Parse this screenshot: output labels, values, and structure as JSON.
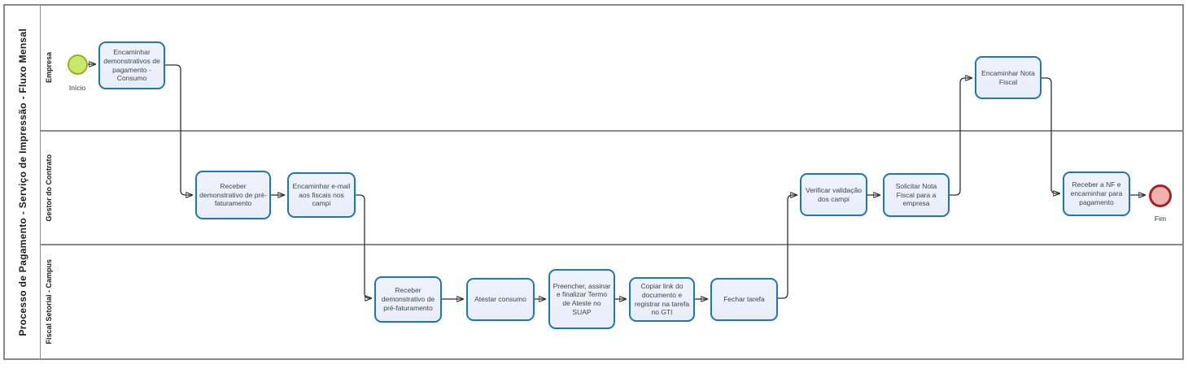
{
  "pool": {
    "title": "Processo de Pagamento - Serviço de Impressão - Fluxo Mensal"
  },
  "lanes": [
    {
      "label": "Empresa"
    },
    {
      "label": "Gestor do Contrato"
    },
    {
      "label": "Fiscal Setorial - Campus"
    }
  ],
  "events": {
    "start": {
      "label": "Início",
      "type": "start"
    },
    "end": {
      "label": "Fim",
      "type": "end"
    }
  },
  "tasks": [
    {
      "id": "t0",
      "label": "Encaminhar demonstrativos de pagamento - Consumo",
      "lane": "Empresa"
    },
    {
      "id": "t1",
      "label": "Receber demonstrativo de pré-faturamento",
      "lane": "Gestor do Contrato"
    },
    {
      "id": "t2",
      "label": "Encaminhar e-mail aos fiscais nos campi",
      "lane": "Gestor do Contrato"
    },
    {
      "id": "t3",
      "label": "Receber demonstrativo de pré-faturamento",
      "lane": "Fiscal Setorial - Campus"
    },
    {
      "id": "t4",
      "label": "Atestar consumo",
      "lane": "Fiscal Setorial - Campus"
    },
    {
      "id": "t5",
      "label": "Preencher, assinar e finalizar Termo de Ateste no SUAP",
      "lane": "Fiscal Setorial - Campus"
    },
    {
      "id": "t6",
      "label": "Copiar link do documento e registrar na tarefa no GTI",
      "lane": "Fiscal Setorial - Campus"
    },
    {
      "id": "t7",
      "label": "Fechar tarefa",
      "lane": "Fiscal Setorial - Campus"
    },
    {
      "id": "t8",
      "label": "Verificar validação dos campi",
      "lane": "Gestor do Contrato"
    },
    {
      "id": "t9",
      "label": "Solicitar Nota Fiscal para a empresa",
      "lane": "Gestor do Contrato"
    },
    {
      "id": "t10",
      "label": "Encaminhar Nota Fiscal",
      "lane": "Empresa"
    },
    {
      "id": "t11",
      "label": "Receber a NF e encaminhar para pagamento",
      "lane": "Gestor do Contrato"
    }
  ],
  "flows": [
    {
      "from": "start",
      "to": "t0"
    },
    {
      "from": "t0",
      "to": "t1"
    },
    {
      "from": "t1",
      "to": "t2"
    },
    {
      "from": "t2",
      "to": "t3"
    },
    {
      "from": "t3",
      "to": "t4"
    },
    {
      "from": "t4",
      "to": "t5"
    },
    {
      "from": "t5",
      "to": "t6"
    },
    {
      "from": "t6",
      "to": "t7"
    },
    {
      "from": "t7",
      "to": "t8"
    },
    {
      "from": "t8",
      "to": "t9"
    },
    {
      "from": "t9",
      "to": "t10"
    },
    {
      "from": "t10",
      "to": "t11"
    },
    {
      "from": "t11",
      "to": "end"
    }
  ],
  "colors": {
    "task_fill": "#e9eefb",
    "task_border": "#2077ae",
    "start_fill": "#cce86a",
    "start_border": "#97b221",
    "end_fill": "#f0b1b1",
    "end_border": "#a32226",
    "lane_border": "#8a8a8a",
    "connector": "#2e2e2e",
    "text": "#3f444c"
  }
}
